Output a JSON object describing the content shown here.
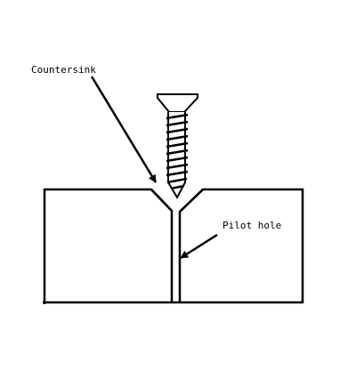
{
  "labels": {
    "countersink": "Countersink",
    "pilot_hole": "Pilot hole"
  },
  "colors": {
    "ink": "#000000",
    "paper": "#ffffff"
  },
  "icons": {
    "screw": "countersunk-screw-icon",
    "arrow": "arrow-pointer"
  }
}
